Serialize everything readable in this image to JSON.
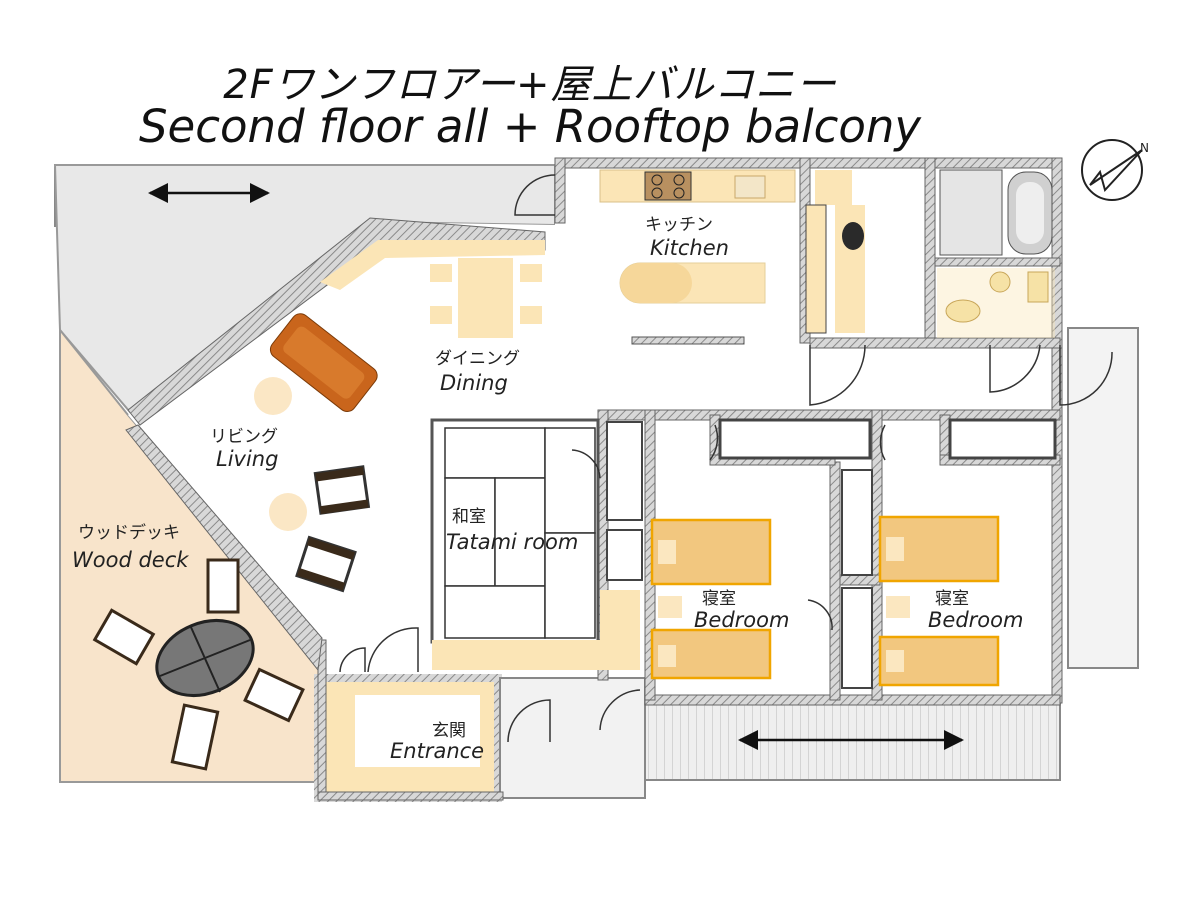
{
  "title": {
    "jp": "2Fワンフロアー+屋上バルコニー",
    "en": "Second floor all + Rooftop balcony"
  },
  "rooms": {
    "kitchen": {
      "jp": "キッチン",
      "en": "Kitchen"
    },
    "dining": {
      "jp": "ダイニング",
      "en": "Dining"
    },
    "living": {
      "jp": "リビング",
      "en": "Living"
    },
    "wood_deck": {
      "jp": "ウッドデッキ",
      "en": "Wood deck"
    },
    "tatami": {
      "jp": "和室",
      "en": "Tatami room"
    },
    "bedroom1": {
      "jp": "寝室",
      "en": "Bedroom"
    },
    "bedroom2": {
      "jp": "寝室",
      "en": "Bedroom"
    },
    "entrance": {
      "jp": "玄関",
      "en": "Entrance"
    }
  },
  "icons": {
    "compass": "compass-icon",
    "arrow": "double-arrow-icon"
  },
  "colors": {
    "wall": "#9a9a9a",
    "deck": "#f7e3c9",
    "corridor": "#e6e6e6",
    "furniture": "#fbe5b6",
    "bed": "#f2c77f",
    "bed_outline": "#f0a500",
    "sofa": "#c9651c"
  }
}
